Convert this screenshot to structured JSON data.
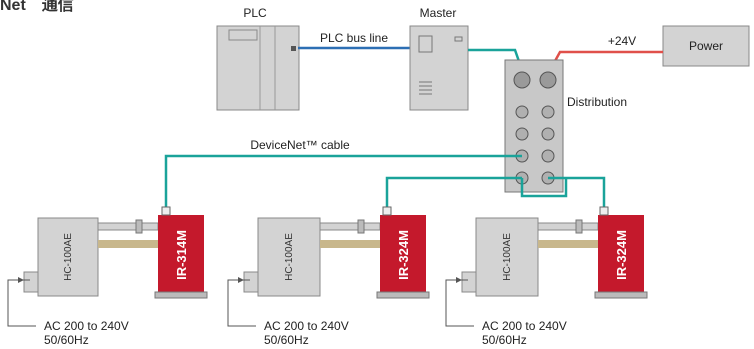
{
  "header": {
    "title": "Net　通信"
  },
  "labels": {
    "plc": "PLC",
    "master": "Master",
    "plc_bus": "PLC bus line",
    "power_voltage": "+24V",
    "power": "Power",
    "distribution": "Distribution",
    "devicenet_cable": "DeviceNet™ cable"
  },
  "units": [
    {
      "controller": "HC-100AE",
      "head": "IR-314M",
      "ac_line1": "AC 200 to 240V",
      "ac_line2": "50/60Hz"
    },
    {
      "controller": "HC-100AE",
      "head": "IR-324M",
      "ac_line1": "AC 200 to 240V",
      "ac_line2": "50/60Hz"
    },
    {
      "controller": "HC-100AE",
      "head": "IR-324M",
      "ac_line1": "AC 200 to 240V",
      "ac_line2": "50/60Hz"
    }
  ],
  "colors": {
    "bus_line": "#2d6fb4",
    "devicenet": "#1aa39a",
    "power_line": "#e0504a",
    "head_red": "#c4192c",
    "tan_duct": "#c8b78c",
    "device_gray": "#d9d9d9"
  }
}
